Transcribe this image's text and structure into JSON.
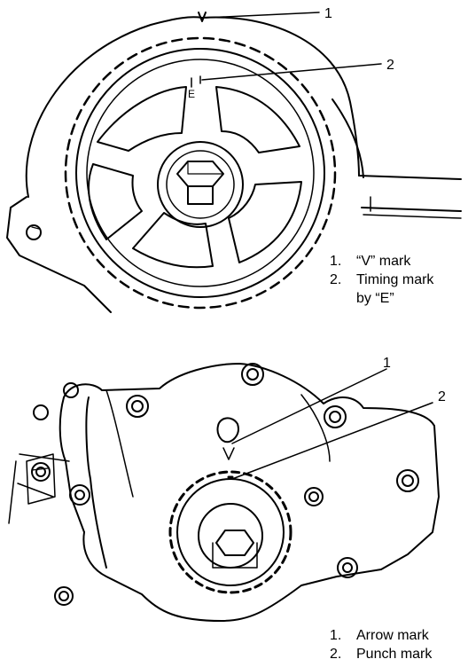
{
  "top_figure": {
    "callouts": [
      "1",
      "2"
    ],
    "stamp": "E",
    "legend": [
      {
        "num": "1.",
        "text": "“V” mark"
      },
      {
        "num": "2.",
        "text": "Timing mark"
      },
      {
        "num": "",
        "text": "by “E”"
      }
    ]
  },
  "bottom_figure": {
    "callouts": [
      "1",
      "2"
    ],
    "legend": [
      {
        "num": "1.",
        "text": "Arrow mark"
      },
      {
        "num": "2.",
        "text": "Punch mark"
      }
    ]
  }
}
